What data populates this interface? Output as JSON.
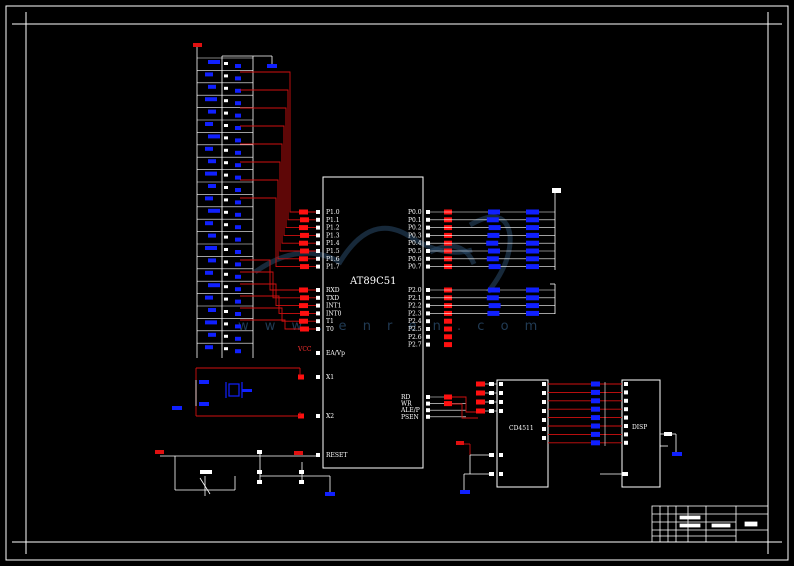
{
  "chips": {
    "mcu": {
      "name": "AT89C51",
      "left_pins": [
        "P1.0",
        "P1.1",
        "P1.2",
        "P1.3",
        "P1.4",
        "P1.5",
        "P1.6",
        "P1.7",
        "RXD",
        "TXD",
        "INT1",
        "INT0",
        "T1",
        "T0",
        "EA/Vp",
        "X1",
        "X2",
        "RESET"
      ],
      "right_pins_p0": [
        "P0.0",
        "P0.1",
        "P0.2",
        "P0.3",
        "P0.4",
        "P0.5",
        "P0.6",
        "P0.7"
      ],
      "right_pins_p2": [
        "P2.0",
        "P2.1",
        "P2.2",
        "P2.3",
        "P2.4",
        "P2.5",
        "P2.6",
        "P2.7"
      ],
      "right_pins_ctrl": [
        "RD",
        "WR",
        "ALE/P",
        "PSEN"
      ]
    },
    "decoder": {
      "name": "CD4511"
    },
    "display": {
      "name": "DISP"
    }
  },
  "labels": {
    "vcc": "VCC",
    "watermark": "w w w . e n r e n . c o m"
  },
  "colors": {
    "background": "#000000",
    "wire_red": "#d01010",
    "wire_white": "#ffffff",
    "component_blue": "#1020ff",
    "pin_red": "#ff1010"
  }
}
